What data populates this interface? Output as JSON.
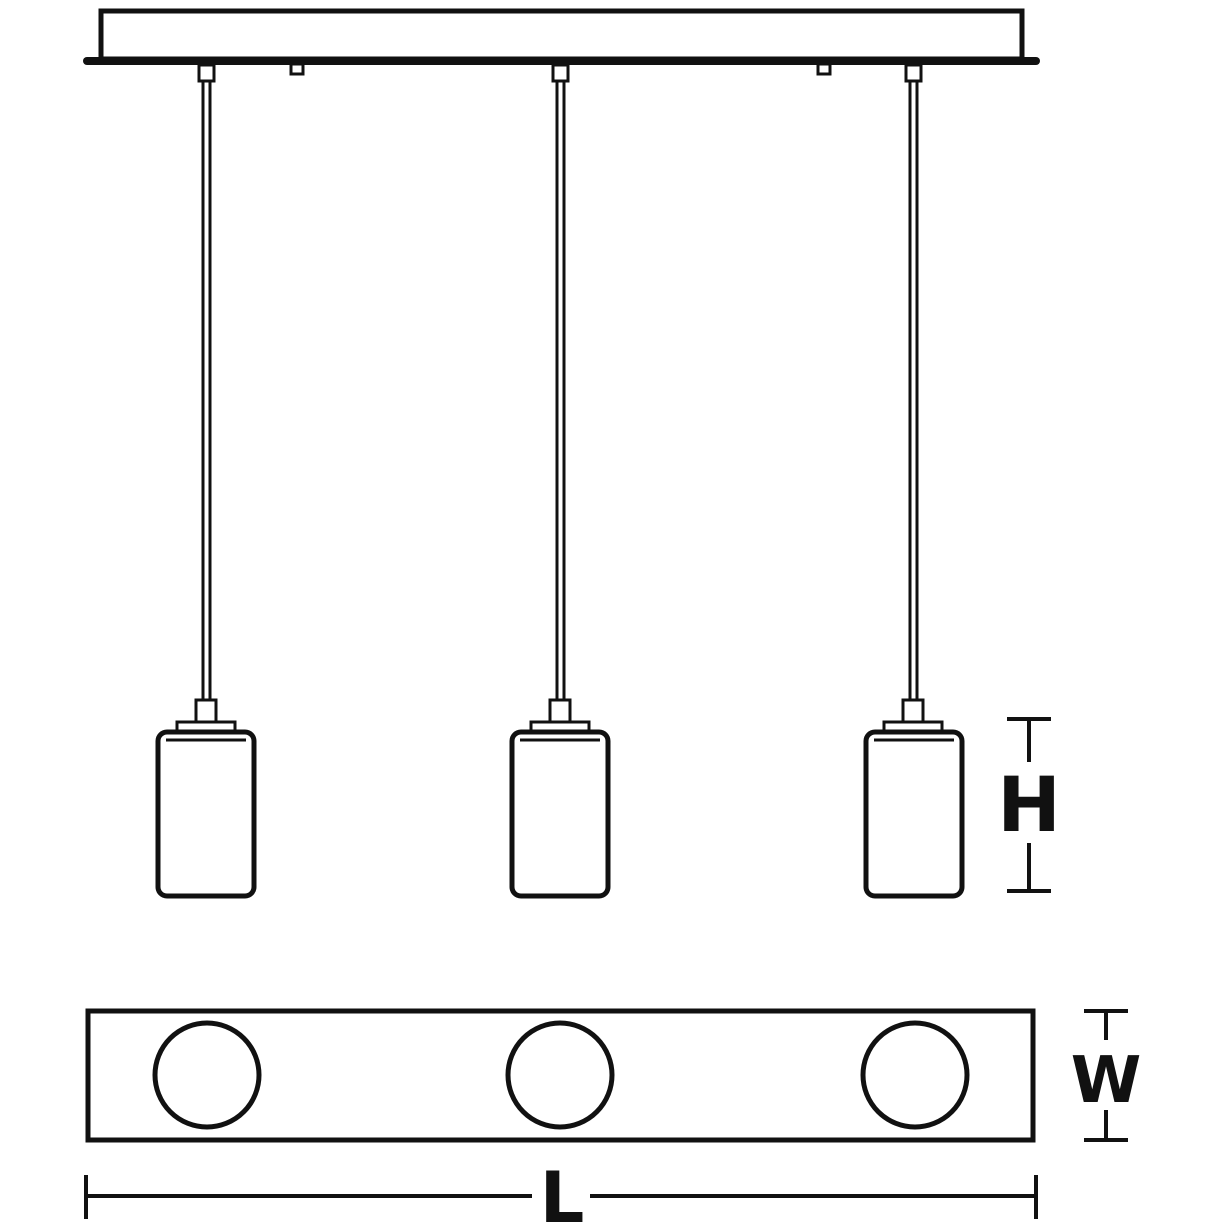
{
  "labels": {
    "height": "H",
    "width": "W",
    "length": "L"
  },
  "pendant_count": 3,
  "colors": {
    "stroke": "#111111",
    "background": "#ffffff"
  }
}
